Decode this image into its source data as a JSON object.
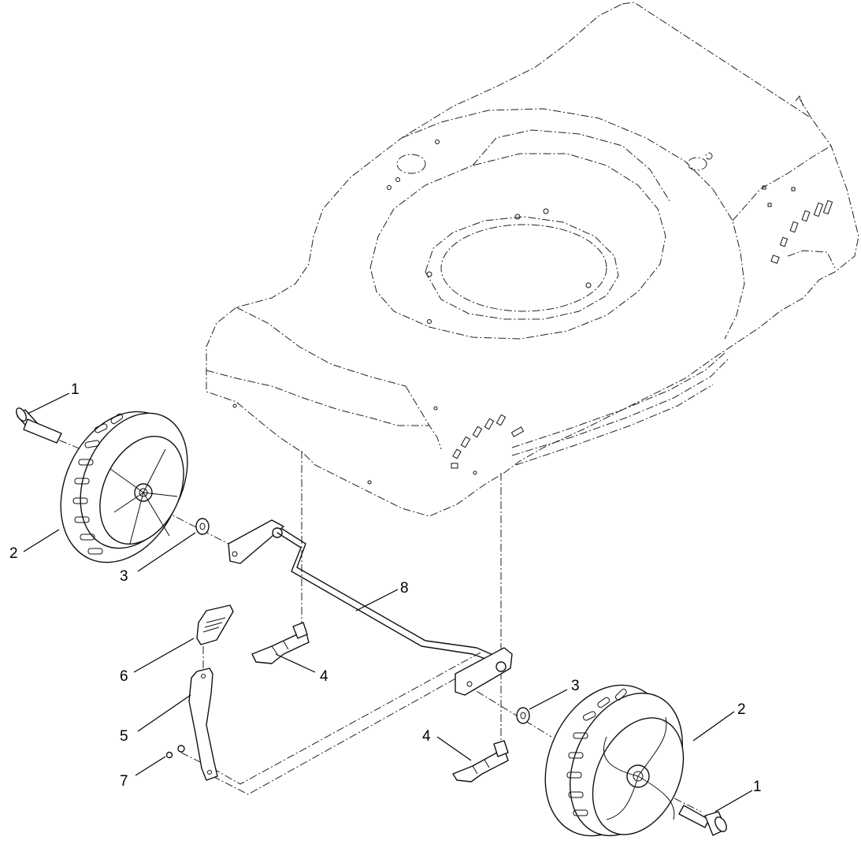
{
  "callouts": [
    {
      "id": "c1-top",
      "label": "1"
    },
    {
      "id": "c2-left",
      "label": "2"
    },
    {
      "id": "c3-left",
      "label": "3"
    },
    {
      "id": "c8",
      "label": "8"
    },
    {
      "id": "c6",
      "label": "6"
    },
    {
      "id": "c4-upper",
      "label": "4"
    },
    {
      "id": "c3-right",
      "label": "3"
    },
    {
      "id": "c2-right",
      "label": "2"
    },
    {
      "id": "c5",
      "label": "5"
    },
    {
      "id": "c4-lower",
      "label": "4"
    },
    {
      "id": "c7",
      "label": "7"
    },
    {
      "id": "c1-bottom",
      "label": "1"
    }
  ]
}
